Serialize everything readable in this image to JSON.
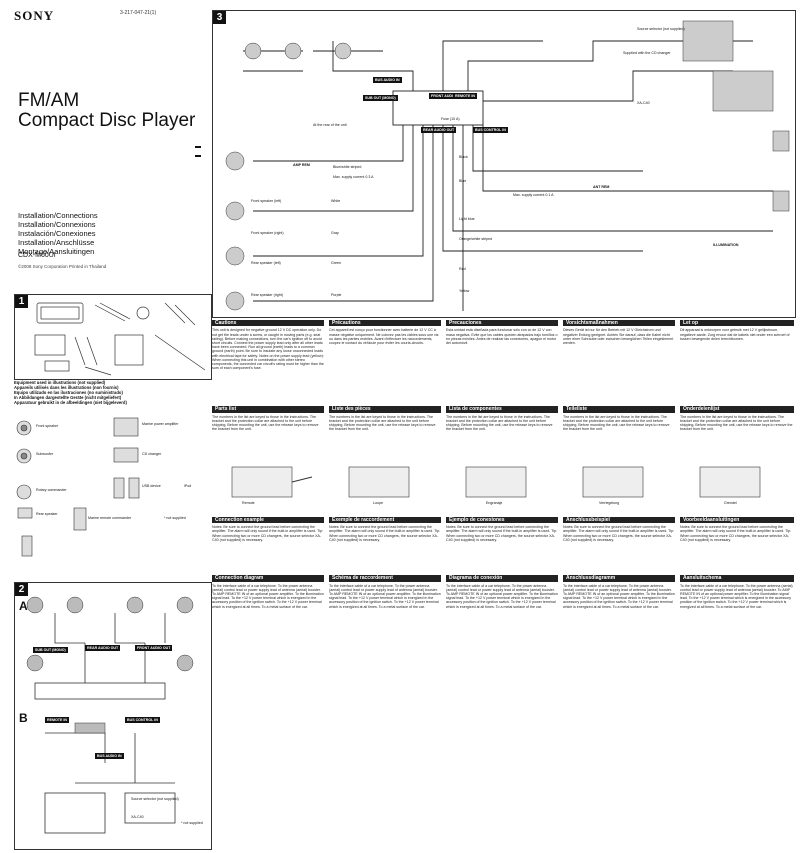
{
  "brand": "SONY",
  "part_number": "3-217-047-21(1)",
  "title_line1": "FM/AM",
  "title_line2": "Compact Disc Player",
  "languages": [
    "Installation/Connections",
    "Installation/Connexions",
    "Instalación/Conexiones",
    "Installation/Anschlüsse",
    "Montage/Aansluitingen"
  ],
  "model": "CDX-M60UI",
  "copyright": "©2008 Sony Corporation   Printed in Thailand",
  "panels": {
    "p1": "1",
    "p2": "2",
    "p3": "3"
  },
  "panel2": {
    "A": "A",
    "B": "B"
  },
  "equipment_heading": [
    "Equipment used in illustrations (not supplied)",
    "Appareils utilisés dans les illustrations (non fournis)",
    "Equipo utilizado en las ilustraciones (no suministrado)",
    "In Abbildungen dargestellte Geräte (nicht mitgeliefert)",
    "Apparatuur gebruikt in de afbeeldingen (niet bijgeleverd)"
  ],
  "equipment_items": {
    "front_speaker": "Front speaker",
    "rear_speaker": "Rear speaker",
    "subwoofer": "Subwoofer",
    "amplifier": "Marine power amplifier",
    "cd_changer": "CD changer",
    "rotary": "Rotary commander",
    "usb": "USB device",
    "ipod": "iPod",
    "marine_remote": "Marine remote commander",
    "supplied_note": "* not supplied"
  },
  "diagram": {
    "sub_out": "SUB OUT (MONO)",
    "bus_audio_in": "BUS AUDIO IN",
    "front_audio_out": "FRONT AUDIO OUT",
    "rear_audio_out": "REAR AUDIO OUT",
    "remote_in": "REMOTE IN",
    "bus_control_in": "BUS CONTROL IN",
    "fuse": "Fuse (10 A)",
    "supplied_cd": "Supplied with the CD changer",
    "source_selector": "Source selector (not supplied)",
    "xa_c40": "XA-C40",
    "amp_rem": "AMP REM",
    "ant_rem": "ANT REM",
    "blue_white": "Blue/white striped",
    "max_supply": "Max. supply current 0.3 A",
    "max_supply2": "Max. supply current 0.1 A",
    "front_left": "Front speaker (left)",
    "front_right": "Front speaker (right)",
    "rear_left": "Rear speaker (left)",
    "rear_right": "Rear speaker (right)",
    "white": "White",
    "gray": "Gray",
    "green": "Green",
    "purple": "Purple",
    "black": "Black",
    "blue": "Blue",
    "light_blue": "Light blue",
    "orange_white": "Orange/white striped",
    "illumination": "ILLUMINATION",
    "red": "Red",
    "yellow": "Yellow",
    "at_the_rear": "At the rear of the unit"
  },
  "sections": {
    "cautions": "Cautions",
    "precautions": "Précautions",
    "precauciones": "Precauciones",
    "vorsicht": "Vorsichtsmaßnahmen",
    "letop": "Let op",
    "parts_list": "Parts list",
    "liste_pieces": "Liste des pièces",
    "lista_componentes": "Lista de componentes",
    "teileliste": "Teileliste",
    "onderdelenlijst": "Onderdelenlijst",
    "conn_example": "Connection example",
    "exemple_raccord": "Exemple de raccordement",
    "ejemplo_conexion": "Ejemplo de conexiones",
    "anschlussbeispiel": "Anschlussbeispiel",
    "voorbeeld_aansluiting": "Voorbeeldaansluitingen",
    "conn_diagram": "Connection diagram",
    "schema_raccord": "Schéma de raccordement",
    "diagrama_conexion": "Diagrama de conexión",
    "anschlussdiagramm": "Anschlussdiagramm",
    "aansluitschema": "Aansluitschema",
    "remote": "Remote",
    "lupe": "Loupe",
    "engranaje": "Engranaje",
    "verriegelung": "Verriegelung",
    "grendel": "Grendel"
  },
  "body_text": {
    "cautions_body": "This unit is designed for negative ground 12 V DC operation only. Do not get the leads under a screw, or caught in moving parts (e.g. seat railing). Before making connections, turn the car's ignition off to avoid short circuits. Connect the power supply lead only after all other leads have been connected. Run all ground (earth) leads to a common ground (earth) point. Be sure to insulate any loose unconnected leads with electrical tape for safety. Notes on the power supply lead (yellow): When connecting this unit in combination with other stereo components, the connected car circuit's rating must be higher than the sum of each component's fuse.",
    "precautions_body": "Cet appareil est conçu pour fonctionner avec batterie de 12 V CC à masse négative uniquement. Ne coincez pas les câbles sous une vis ou dans les parties mobiles. Avant d'effectuer les raccordements, coupez le contact du véhicule pour éviter les courts-circuits.",
    "precauciones_body": "Esta unidad está diseñada para funcionar sólo con cc de 12 V con masa negativa. Evite que los cables queden atrapados bajo tornillos o en piezas móviles. Antes de realizar las conexiones, apague el motor del automóvil.",
    "vorsicht_body": "Dieses Gerät ist nur für den Betrieb mit 12 V Gleichstrom und negativer Erdung geeignet. Achten Sie darauf, dass die Kabel nicht unter einer Schraube oder zwischen beweglichen Teilen eingeklemmt werden.",
    "letop_body": "Dit apparaat is ontworpen voor gebruik met 12 V gelijkstroom, negatieve aarde. Zorg ervoor dat de kabels niet onder een schroef of tussen bewegende delen terechtkomen.",
    "parts_body": "The numbers in the list are keyed to those in the instructions. The bracket and the protection collar are attached to the unit before shipping. Before mounting the unit, use the release keys to remove the bracket from the unit.",
    "conn_ex_body": "Notes: Be sure to connect the ground lead before connecting the amplifier. The alarm will only sound if the built-in amplifier is used. Tip: When connecting two or more CD changers, the source selector XA-C40 (not supplied) is necessary.",
    "conn_diag_body": "To the interface cable of a car telephone. To the power antenna (aerial) control lead or power supply lead of antenna (aerial) booster. To AMP REMOTE IN of an optional power amplifier. To the illumination signal lead. To the +12 V power terminal which is energized in the accessory position of the ignition switch. To the +12 V power terminal which is energized at all times. To a metal surface of the car."
  }
}
